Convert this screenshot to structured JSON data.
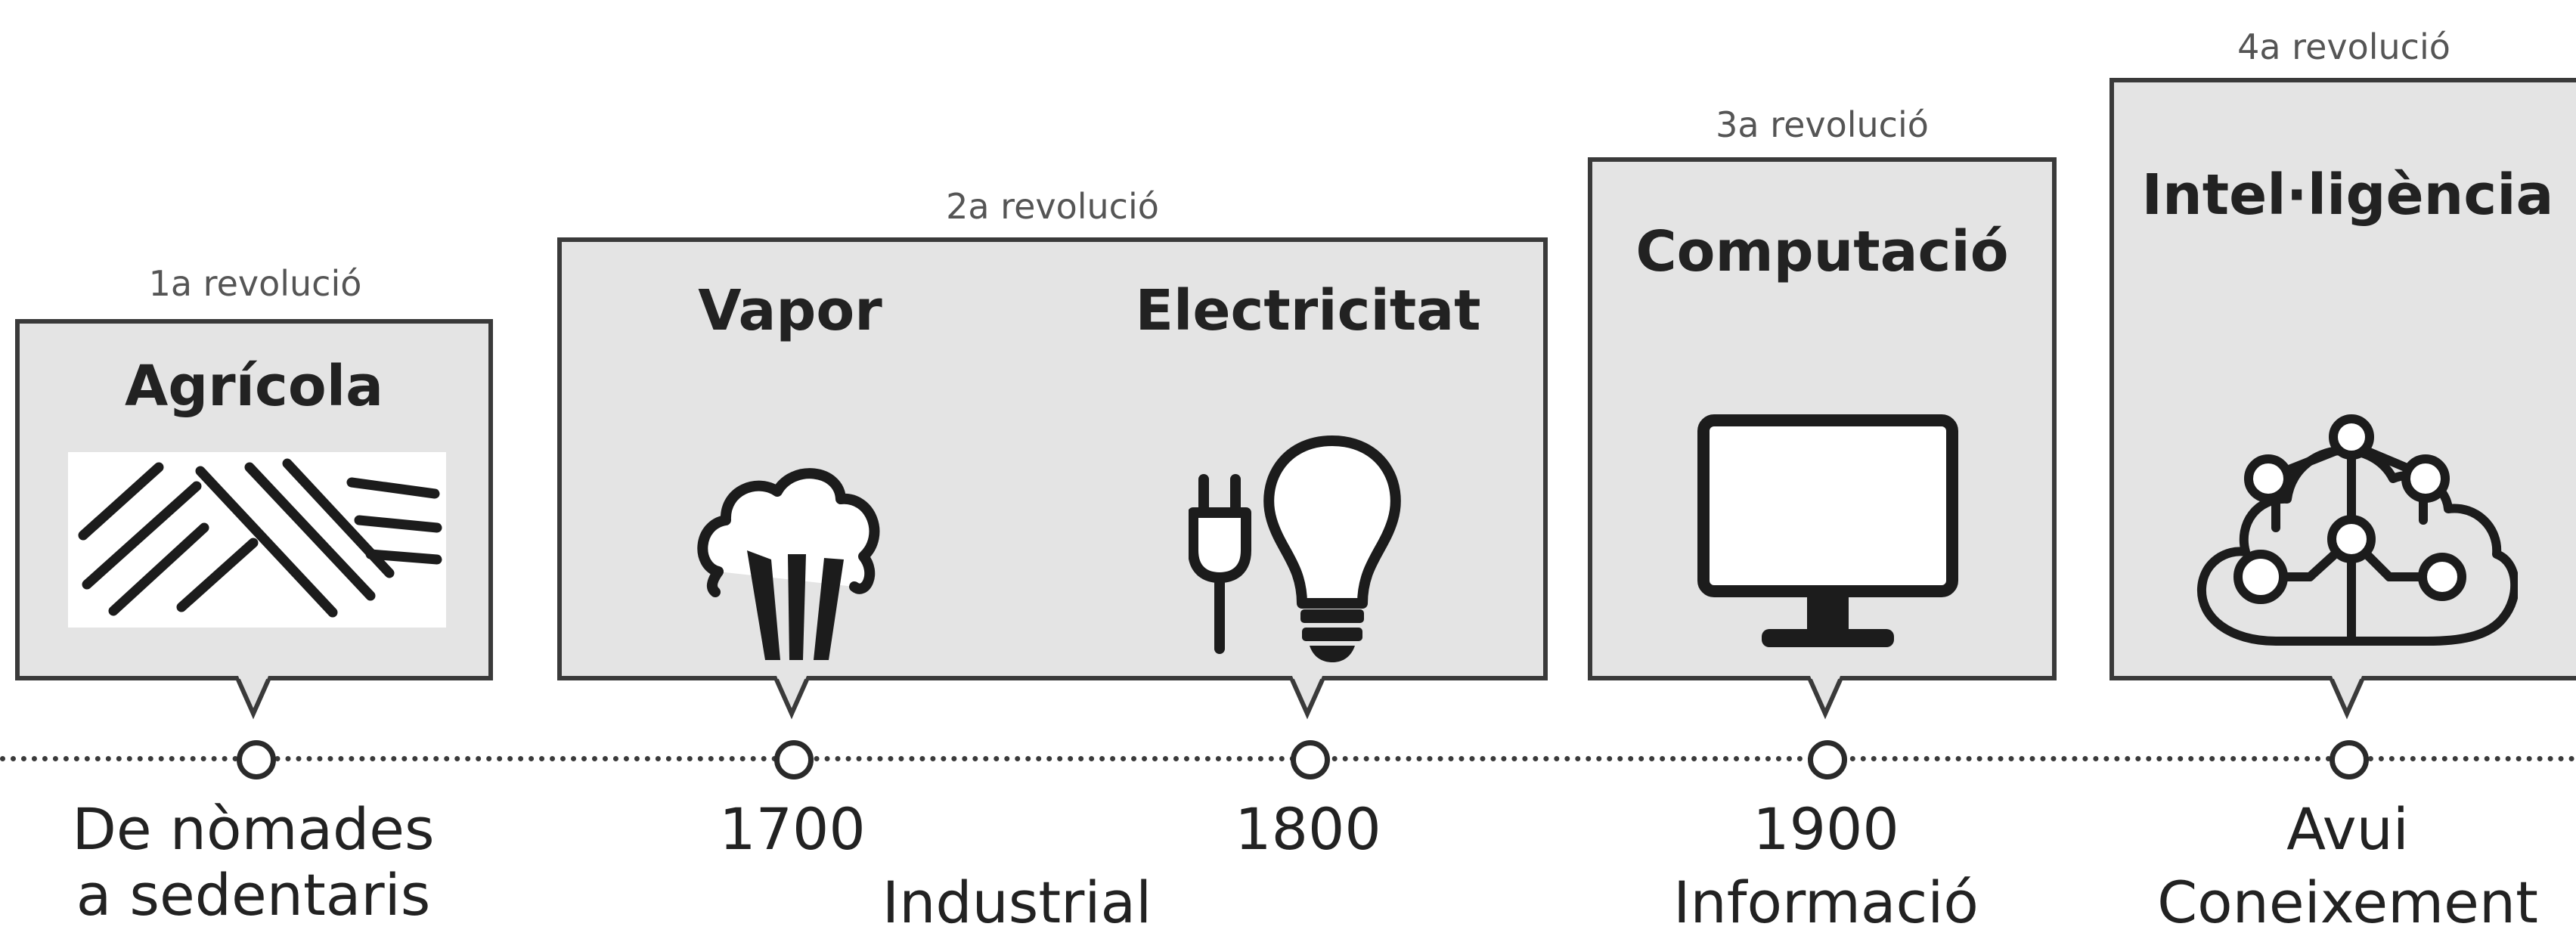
{
  "revolutions": [
    {
      "tag": "1a revolució",
      "title": "Agrícola",
      "icon": "field-stripes-icon",
      "label_line1": "De nòmades",
      "label_line2": "a sedentaris"
    },
    {
      "tag": "2a revolució",
      "titles": [
        "Vapor",
        "Electricitat"
      ],
      "icons": [
        "steam-icon",
        "plug-bulb-icon"
      ],
      "years": [
        "1700",
        "1800"
      ],
      "label": "Industrial"
    },
    {
      "tag": "3a revolució",
      "title": "Computació",
      "icon": "monitor-icon",
      "year": "1900",
      "label": "Informació"
    },
    {
      "tag": "4a revolució",
      "title": "Intel·ligència",
      "icon": "ai-brain-icon",
      "year": "Avui",
      "label": "Coneixement"
    }
  ],
  "colors": {
    "box_fill": "#e4e4e4",
    "box_border": "#3a3a3a",
    "tag_text": "#555555",
    "text": "#222222"
  }
}
